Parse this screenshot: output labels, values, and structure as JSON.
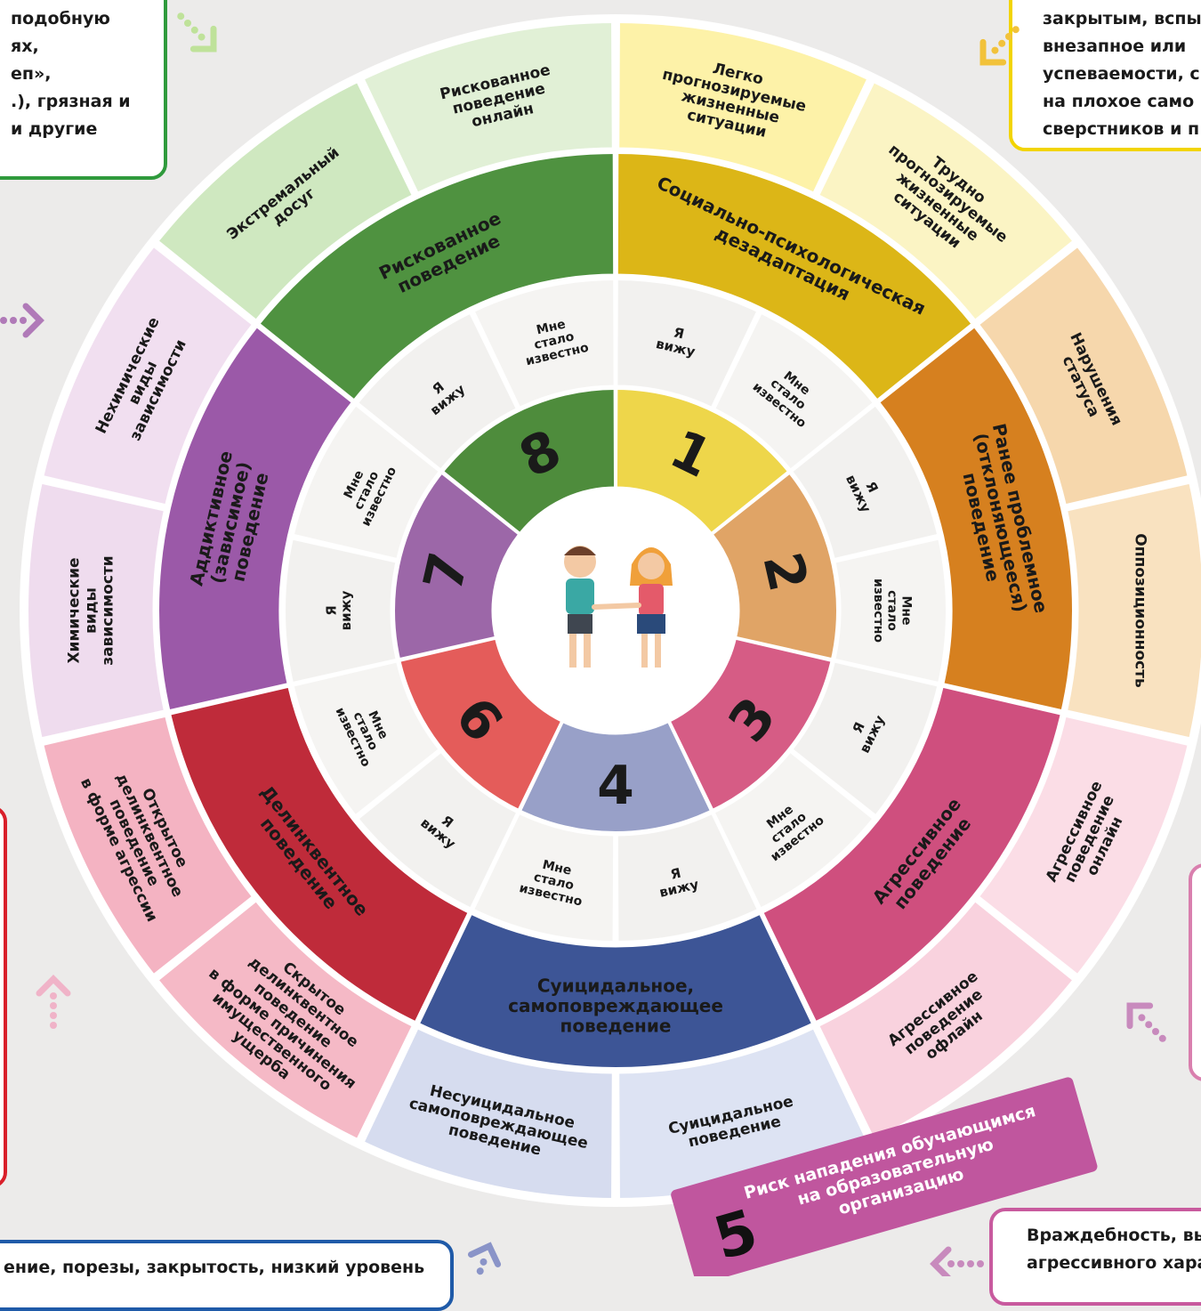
{
  "notes": {
    "green": [
      "подобную",
      "ях,",
      "еп»,",
      ".), грязная и",
      "и другие"
    ],
    "yellow": [
      "закрытым, вспы",
      "внезапное или",
      "успеваемости, с",
      "на плохое само",
      "сверстников и п"
    ],
    "blue": [
      "ение, порезы, закрытость, низкий уровень"
    ],
    "magenta": [
      "Враждебность, вы",
      "агрессивного хара"
    ]
  },
  "sectors": [
    {
      "number": "1",
      "inner_color": "#eed64a",
      "mid_color": "#dcb617",
      "mid_label": [
        "Социально-психологическая",
        "дезадаптация"
      ],
      "ring1": [
        "Я",
        "вижу"
      ],
      "ring2": [
        "Мне",
        "стало",
        "известно"
      ],
      "outer": [
        {
          "label": [
            "Легко",
            "прогнозируемые",
            "жизненные",
            "ситуации"
          ],
          "color": "#fdf2a8"
        },
        {
          "label": [
            "Трудно",
            "прогнозируемые",
            "жизненные",
            "ситуации"
          ],
          "color": "#fbf4c4"
        }
      ]
    },
    {
      "number": "2",
      "inner_color": "#e0a466",
      "mid_color": "#d6801f",
      "mid_label": [
        "Ранее проблемное",
        "(отклоняющееся)",
        "поведение"
      ],
      "ring1": [
        "Я",
        "вижу"
      ],
      "ring2": [
        "Мне",
        "стало",
        "известно"
      ],
      "outer": [
        {
          "label": [
            "Нарушения",
            "статуса"
          ],
          "color": "#f6d7ac"
        },
        {
          "label": [
            "Оппозиционность"
          ],
          "color": "#f9e2c0"
        }
      ]
    },
    {
      "number": "3",
      "inner_color": "#d65c85",
      "mid_color": "#cf4f7e",
      "mid_label": [
        "Агрессивное",
        "поведение"
      ],
      "ring1": [
        "Я",
        "вижу"
      ],
      "ring2": [
        "Мне",
        "стало",
        "известно"
      ],
      "outer": [
        {
          "label": [
            "Агрессивное",
            "поведение",
            "онлайн"
          ],
          "color": "#fbdde6"
        },
        {
          "label": [
            "Агрессивное",
            "поведение",
            "офлайн"
          ],
          "color": "#f9d2de"
        }
      ]
    },
    {
      "number": "4",
      "inner_color": "#98a0c8",
      "mid_color": "#3d5596",
      "mid_label": [
        "Суицидальное,",
        "самоповреждающее",
        "поведение"
      ],
      "ring1": [
        "Я",
        "вижу"
      ],
      "ring2": [
        "Мне",
        "стало",
        "известно"
      ],
      "outer": [
        {
          "label": [
            "Суицидальное",
            "поведение"
          ],
          "color": "#dde3f3"
        },
        {
          "label": [
            "Несуицидальное",
            "самоповреждающее",
            "поведение"
          ],
          "color": "#d6dcef"
        }
      ]
    },
    {
      "number": "6",
      "inner_color": "#e45c5a",
      "mid_color": "#bf2b3a",
      "mid_label": [
        "Делинквентное",
        "поведение"
      ],
      "ring1": [
        "Я",
        "вижу"
      ],
      "ring2": [
        "Мне",
        "стало",
        "известно"
      ],
      "outer": [
        {
          "label": [
            "Скрытое",
            "делинквентное",
            "поведение",
            "в форме причинения",
            "имущественного",
            "ущерба"
          ],
          "color": "#f5b9c6"
        },
        {
          "label": [
            "Открытое",
            "делинквентное",
            "поведение",
            "в форме агрессии"
          ],
          "color": "#f4b3c2"
        }
      ]
    },
    {
      "number": "7",
      "inner_color": "#9c67a8",
      "mid_color": "#9b59a8",
      "mid_label": [
        "Аддиктивное",
        "(зависимое)",
        "поведение"
      ],
      "ring1": [
        "Я",
        "вижу"
      ],
      "ring2": [
        "Мне",
        "стало",
        "известно"
      ],
      "outer": [
        {
          "label": [
            "Химические",
            "виды",
            "зависимости"
          ],
          "color": "#efdcee"
        },
        {
          "label": [
            "Нехимические",
            "виды",
            "зависимости"
          ],
          "color": "#f1dff0"
        }
      ]
    },
    {
      "number": "8",
      "inner_color": "#4e8c3c",
      "mid_color": "#4f9240",
      "mid_label": [
        "Рискованное",
        "поведение"
      ],
      "ring1": [
        "Я",
        "вижу"
      ],
      "ring2": [
        "Мне",
        "стало",
        "известно"
      ],
      "outer": [
        {
          "label": [
            "Экстремальный",
            "досуг"
          ],
          "color": "#cfe8c0"
        },
        {
          "label": [
            "Рискованное",
            "поведение",
            "онлайн"
          ],
          "color": "#e1f0d6"
        }
      ]
    }
  ],
  "banner": {
    "number": "5",
    "label": [
      "Риск нападения обучающимся",
      "на образовательную",
      "организацию"
    ],
    "color": "#c0569e"
  }
}
